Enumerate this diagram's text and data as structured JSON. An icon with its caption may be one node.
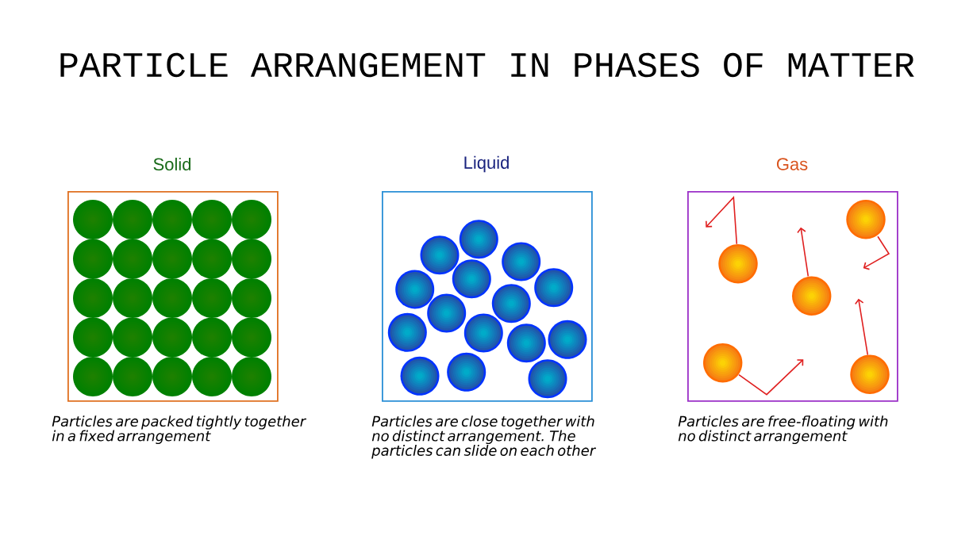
{
  "diagram": {
    "title": "PARTICLE ARRANGEMENT IN PHASES OF MATTER",
    "nodes": [
      {
        "text": [
          "Solid"
        ],
        "beside": [
          "Particles are packed tightly together in a fixed arrangement"
        ]
      },
      {
        "text": [
          "Liquid"
        ],
        "beside": [
          "Particles are close together with no distinct arrangement. The particles can slide on each other"
        ]
      },
      {
        "text": [
          "Gas"
        ],
        "beside": [
          "Particles are free-floating with no distinct arrangement"
        ]
      }
    ]
  }
}
